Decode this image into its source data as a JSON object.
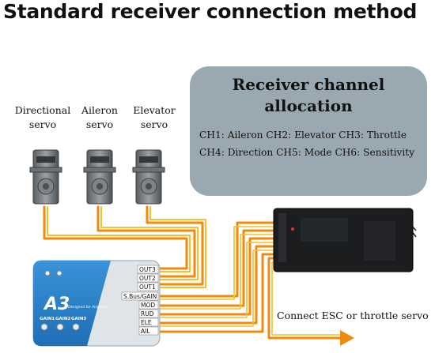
{
  "title": "Standard receiver connection method",
  "info_box": {
    "heading_line1": "Receiver channel",
    "heading_line2": "allocation",
    "line1": "CH1: Aileron CH2: Elevator CH3: Throttle",
    "line2": "CH4: Direction CH5: Mode CH6: Sensitivity"
  },
  "servos": [
    {
      "label_line1": "Directional",
      "label_line2": "servo"
    },
    {
      "label_line1": "Aileron",
      "label_line2": "servo"
    },
    {
      "label_line1": "Elevator",
      "label_line2": "servo"
    }
  ],
  "controller": {
    "model": "A3",
    "subtitle": "Designed for Airplanes",
    "gain_labels": [
      "GAIN1",
      "GAIN2",
      "GAIN3"
    ],
    "ports": [
      "OUT3",
      "OUT2",
      "OUT1",
      "S.Bus/GAIN",
      "MOD",
      "RUD",
      "ELE",
      "AIL"
    ]
  },
  "esc_label": "Connect ESC or throttle servo",
  "colors": {
    "wire_orange": "#f08a0c",
    "wire_yellow": "#f7bf2a",
    "controller_blue": "#2c7fc7",
    "info_box_bg": "#9aa9b1"
  }
}
